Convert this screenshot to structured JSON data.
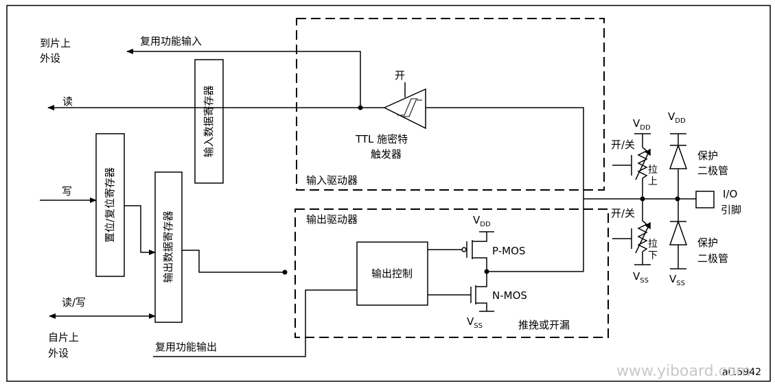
{
  "labels": {
    "to_peripheral_1": "到片上",
    "to_peripheral_2": "外设",
    "alt_in": "复用功能输入",
    "read": "读",
    "write": "写",
    "read_write": "读/写",
    "from_peripheral_1": "自片上",
    "from_peripheral_2": "外设",
    "alt_out": "复用功能输出",
    "input_data_reg": "输入数据寄存器",
    "set_reset_reg": "置位/复位寄存器",
    "output_data_reg": "输出数据寄存器",
    "on": "开",
    "ttl_1": "TTL 施密特",
    "ttl_2": "触发器",
    "input_driver": "输入驱动器",
    "output_driver": "输出驱动器",
    "output_control": "输出控制",
    "v": "V",
    "dd": "DD",
    "ss": "SS",
    "pmos": "P-MOS",
    "nmos": "N-MOS",
    "push_pull": "推挽或开漏",
    "on_off": "开/关",
    "pull_up_1": "拉",
    "pull_up_2": "上",
    "pull_down_1": "拉",
    "pull_down_2": "下",
    "protect_1": "保护",
    "protect_2": "二极管",
    "io_1": "I/O",
    "io_2": "引脚",
    "code": "ai15942",
    "watermark": "www.yiboard.com"
  }
}
